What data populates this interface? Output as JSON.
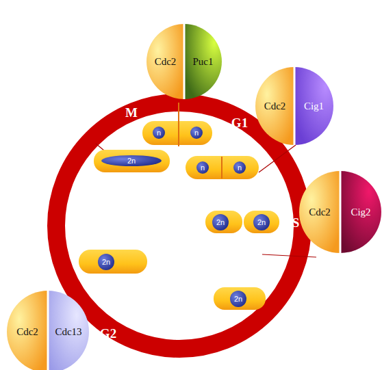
{
  "diagram": {
    "nodes": [
      {
        "text": [
          "Cdc2",
          "Puc1"
        ]
      },
      {
        "text": [
          "Cdc2",
          "Cig1"
        ]
      },
      {
        "text": [
          "n"
        ]
      },
      {
        "text": [
          "n"
        ]
      },
      {
        "text": [
          "2n"
        ]
      },
      {
        "text": [
          "n"
        ]
      },
      {
        "text": [
          "n"
        ]
      },
      {
        "text": [
          "Cdc2",
          "Cig2"
        ]
      },
      {
        "text": [
          "2n"
        ]
      },
      {
        "text": [
          "2n"
        ]
      },
      {
        "text": [
          "2n"
        ]
      },
      {
        "text": [
          "2n"
        ]
      },
      {
        "text": [
          "Cdc2",
          "Cdc13"
        ]
      }
    ],
    "labels": [
      "M",
      "G1",
      "S",
      "G2"
    ]
  }
}
